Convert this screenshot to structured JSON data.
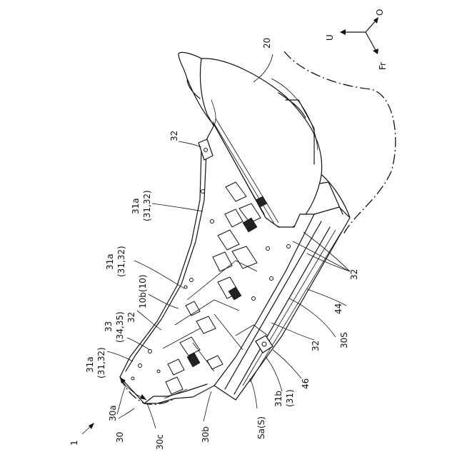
{
  "compass": {
    "up": "U",
    "outer": "O",
    "front": "Fr"
  },
  "labels": {
    "l20": "20",
    "l32_top": "32",
    "l31a_a": "31a",
    "l3132_a": "(31,32)",
    "l31a_b": "31a",
    "l3132_b": "(31,32)",
    "l10b": "10b(10)",
    "l32_mid": "32",
    "l33": "33",
    "l3435": "(34,35)",
    "l31a_c": "31a",
    "l3132_c": "(31,32)",
    "l30a": "30a",
    "l30": "30",
    "l30c": "30c",
    "l1": "1",
    "l30b": "30b",
    "lSa": "Sa(S)",
    "l31b": "31b",
    "l31": "(31)",
    "l46": "46",
    "l32_low": "32",
    "l30S": "30S",
    "l44": "44",
    "l32_right": "32"
  }
}
